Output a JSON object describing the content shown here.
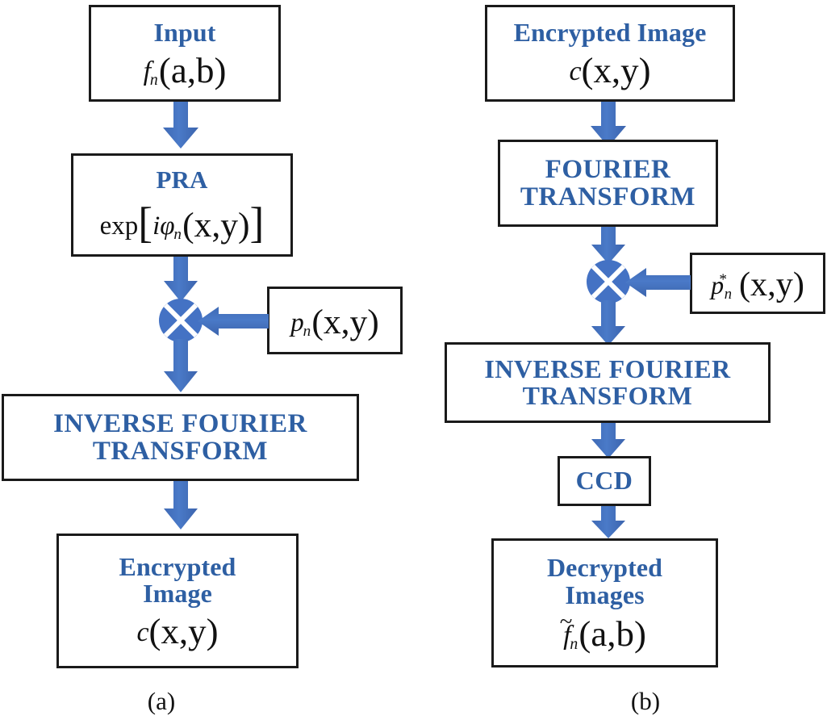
{
  "figure": {
    "background": "#ffffff",
    "accent_blue": "#4472c4",
    "text_blue": "#2e5fa3",
    "border_color": "#1a1a1a"
  },
  "panel_a": {
    "caption": "(a)",
    "boxes": {
      "input": {
        "title": "Input",
        "math": {
          "base": "f",
          "sub": "n",
          "args": "(a,b)"
        }
      },
      "pra": {
        "title": "PRA",
        "math": {
          "func": "exp",
          "open": "[",
          "i": "i",
          "phi": "φ",
          "sub": "n",
          "args": "(x,y)",
          "close": "]"
        }
      },
      "key": {
        "math": {
          "base": "p",
          "sub": "n",
          "args": "(x,y)"
        }
      },
      "ift": {
        "line1": "INVERSE FOURIER",
        "line2": "TRANSFORM"
      },
      "output": {
        "line1": "Encrypted",
        "line2": "Image",
        "math": {
          "base": "c",
          "args": "(x,y)"
        }
      }
    },
    "multiplier_symbol": "⊗"
  },
  "panel_b": {
    "caption": "(b)",
    "boxes": {
      "input": {
        "title": "Encrypted Image",
        "math": {
          "base": "c",
          "args": "(x,y)"
        }
      },
      "ft": {
        "line1": "FOURIER",
        "line2": "TRANSFORM"
      },
      "key": {
        "math": {
          "base": "p",
          "sup": "*",
          "sub": "n",
          "args": "(x,y)"
        }
      },
      "ift": {
        "line1": "INVERSE FOURIER",
        "line2": "TRANSFORM"
      },
      "ccd": {
        "title": "CCD"
      },
      "output": {
        "line1": "Decrypted",
        "line2": "Images",
        "math": {
          "tilde": "~",
          "base": "f",
          "sub": "n",
          "args": "(a,b)"
        }
      }
    },
    "multiplier_symbol": "⊗"
  }
}
